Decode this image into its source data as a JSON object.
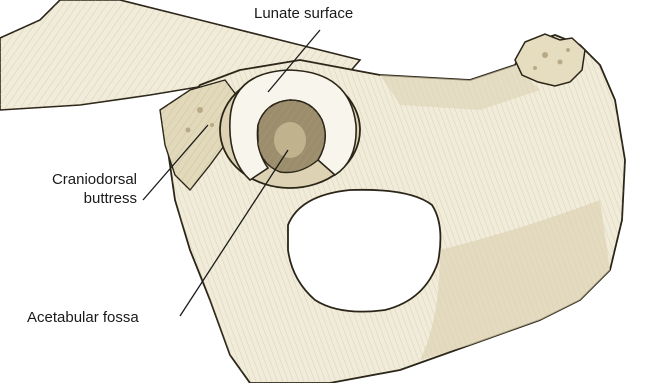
{
  "labels": {
    "lunate_surface": "Lunate surface",
    "craniodorsal_line1": "Craniodorsal",
    "craniodorsal_line2": "buttress",
    "acetabular_fossa": "Acetabular fossa"
  },
  "colors": {
    "bone_fill": "#f1ecd9",
    "bone_shade": "#ddd3b4",
    "bone_dark": "#b8aa86",
    "outline": "#2b2518",
    "cartilage": "#f7f5ec",
    "fossa": "#9c8e6c",
    "background": "#ffffff"
  }
}
